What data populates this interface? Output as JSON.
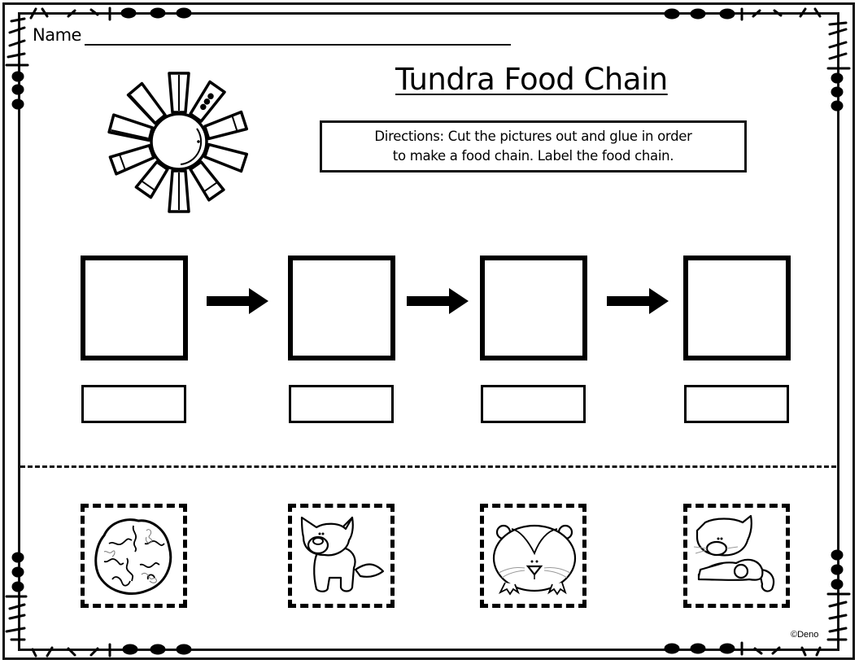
{
  "header": {
    "name_label": "Name",
    "title": "Tundra Food Chain"
  },
  "directions": {
    "line1": "Directions:  Cut the pictures out and glue in order",
    "line2": "to make a food chain.  Label the food chain."
  },
  "food_chain": {
    "slots": [
      {
        "picture": "",
        "label": ""
      },
      {
        "picture": "",
        "label": ""
      },
      {
        "picture": "",
        "label": ""
      },
      {
        "picture": "",
        "label": ""
      }
    ],
    "arrow_icon": "right-arrow-icon",
    "source_icon": "sun-icon"
  },
  "cutouts": [
    {
      "name": "lichen",
      "icon": "lichen-icon"
    },
    {
      "name": "arctic wolf",
      "icon": "wolf-icon"
    },
    {
      "name": "lemming",
      "icon": "lemming-icon"
    },
    {
      "name": "arctic fox",
      "icon": "arctic-fox-icon"
    }
  ],
  "footer": {
    "copyright": "©Deno"
  },
  "colors": {
    "ink": "#000000",
    "paper": "#ffffff"
  }
}
